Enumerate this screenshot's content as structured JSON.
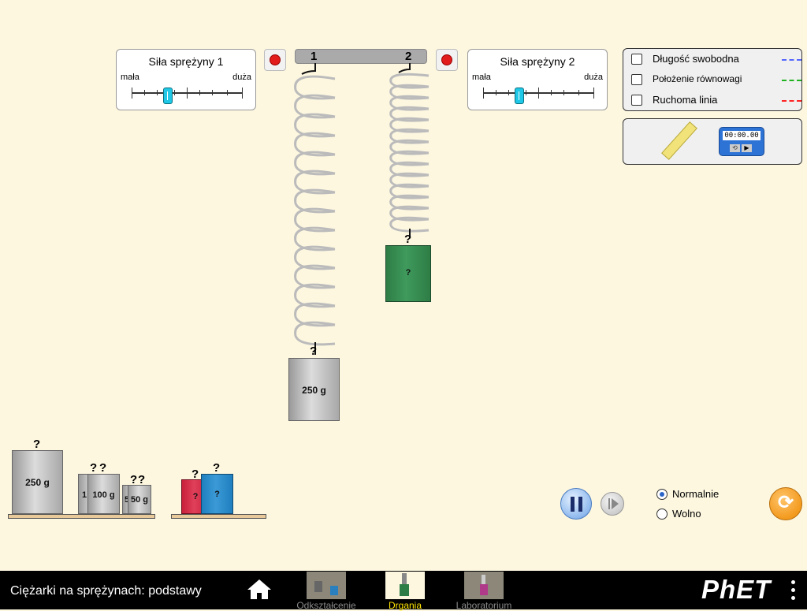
{
  "spring1_panel": {
    "title": "Siła sprężyny 1",
    "min_label": "mała",
    "max_label": "duża",
    "value_fraction": 0.33
  },
  "spring2_panel": {
    "title": "Siła sprężyny 2",
    "min_label": "mała",
    "max_label": "duża",
    "value_fraction": 0.33
  },
  "spring_bar": {
    "label1": "1",
    "label2": "2"
  },
  "hung_masses": {
    "spring1": "250 g",
    "spring2": "?"
  },
  "options": [
    {
      "label": "Długość swobodna",
      "color": "#5566ff"
    },
    {
      "label": "Położenie równowagi",
      "color": "#1fb31f"
    },
    {
      "label": "Ruchoma linia",
      "color": "#ff2222"
    }
  ],
  "tools": {
    "stopwatch_time": "00:00.00"
  },
  "shelf1": {
    "masses": [
      "250 g",
      "1",
      "100 g",
      "5",
      "50 g"
    ],
    "hooks": "?"
  },
  "shelf2": {
    "masses": [
      "?",
      "?"
    ]
  },
  "speed": {
    "options": [
      "Normalnie",
      "Wolno"
    ],
    "selected": "Normalnie"
  },
  "colors": {
    "accent": "#f39a1e",
    "play": "#2a64c8",
    "mass_green": "#2e7d46",
    "mass_red": "#c8203a",
    "mass_blue": "#1f7fbf"
  },
  "navbar": {
    "title": "Ciężarki na sprężynach: podstawy",
    "tabs": [
      {
        "label": "Odkształcenie",
        "active": false
      },
      {
        "label": "Drgania",
        "active": true
      },
      {
        "label": "Laboratorium",
        "active": false
      }
    ],
    "brand": "PhET"
  }
}
